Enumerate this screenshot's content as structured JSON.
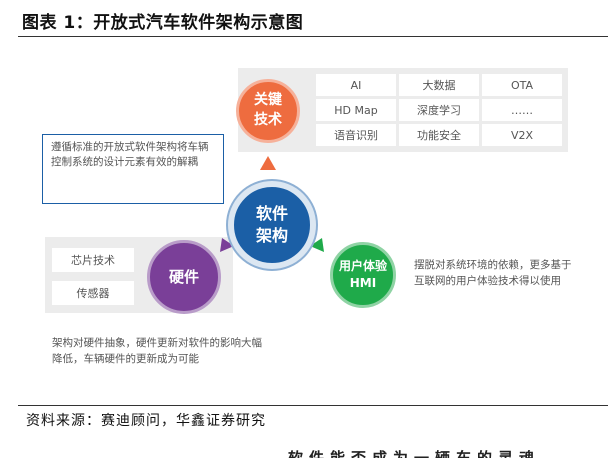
{
  "figure_title": "图表 1：开放式汽车软件架构示意图",
  "source": "资料来源：赛迪顾问，华鑫证券研究",
  "partial_text": "软件能否成为一辆车的灵魂",
  "nodes": {
    "key_tech": {
      "line1": "关键",
      "line2": "技术"
    },
    "software": {
      "line1": "软件",
      "line2": "架构"
    },
    "hardware": {
      "label": "硬件"
    },
    "ux": {
      "line1": "用户体验",
      "line2": "HMI"
    }
  },
  "key_tech_items": [
    "AI",
    "大数据",
    "OTA",
    "HD Map",
    "深度学习",
    "……",
    "语音识别",
    "功能安全",
    "V2X"
  ],
  "hardware_items": [
    "芯片技术",
    "传感器"
  ],
  "descriptions": {
    "software": "遵循标准的开放式软件架构将车辆控制系统的设计元素有效的解耦",
    "ux": "摆脱对系统环境的依赖，更多基于互联网的用户体验技术得以使用",
    "hardware": "架构对硬件抽象，硬件更新对软件的影响大幅降低，车辆硬件的更新成为可能"
  },
  "colors": {
    "key_tech": "#ee6c3f",
    "software": "#1b5fa6",
    "hardware": "#7a3f98",
    "ux": "#1faa4a"
  }
}
